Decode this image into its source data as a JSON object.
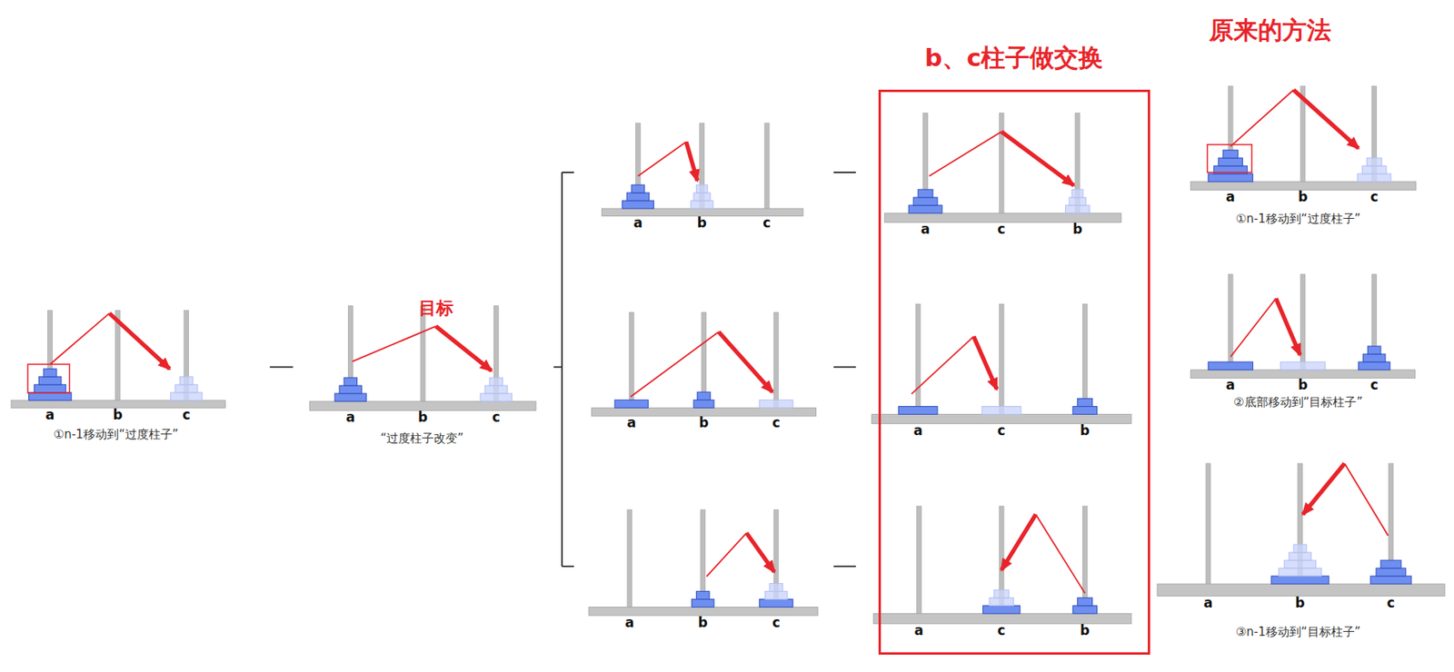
{
  "diagram": {
    "nodes": [
      {
        "text": [
          "b、c柱子做交换"
        ]
      }
    ],
    "labels": [
      "a",
      "b",
      "c",
      "①n-1移动到“过度柱子”",
      "目标",
      "a",
      "b",
      "c",
      "“过度柱子改变”",
      "a",
      "b",
      "c",
      "a",
      "b",
      "c",
      "a",
      "b",
      "c",
      "a",
      "c",
      "b",
      "a",
      "c",
      "b",
      "a",
      "c",
      "b",
      "原来的方法",
      "a",
      "b",
      "c",
      "①n-1移动到“过度柱子”",
      "a",
      "b",
      "c",
      "②底部移动到“目标柱子”",
      "a",
      "b",
      "c",
      "③n-1移动到“目标柱子”"
    ]
  }
}
